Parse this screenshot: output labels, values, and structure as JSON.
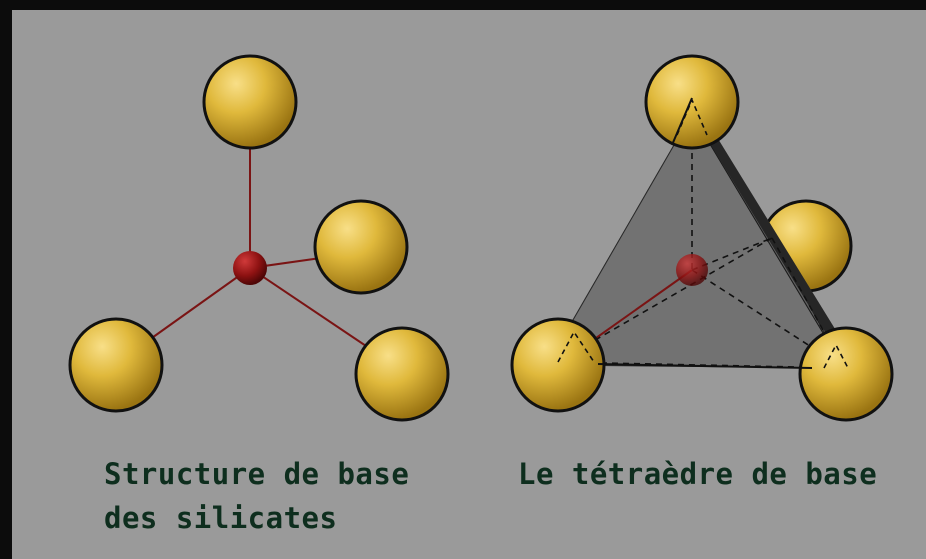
{
  "captions": {
    "left_line1": "Structure de base",
    "left_line2": "des silicates",
    "right": "Le tétraèdre de base"
  },
  "colors": {
    "background": "#9a9a9a",
    "frame": "#0c0c0c",
    "oxygen_atom": "#e0b93c",
    "silicon_atom": "#8e1212",
    "bond": "#7a1414",
    "tetrahedron_face": "#6a6a6a",
    "caption_text": "#0e2e1e"
  },
  "icons": {
    "oxygen": "yellow-sphere",
    "silicon": "red-sphere"
  }
}
